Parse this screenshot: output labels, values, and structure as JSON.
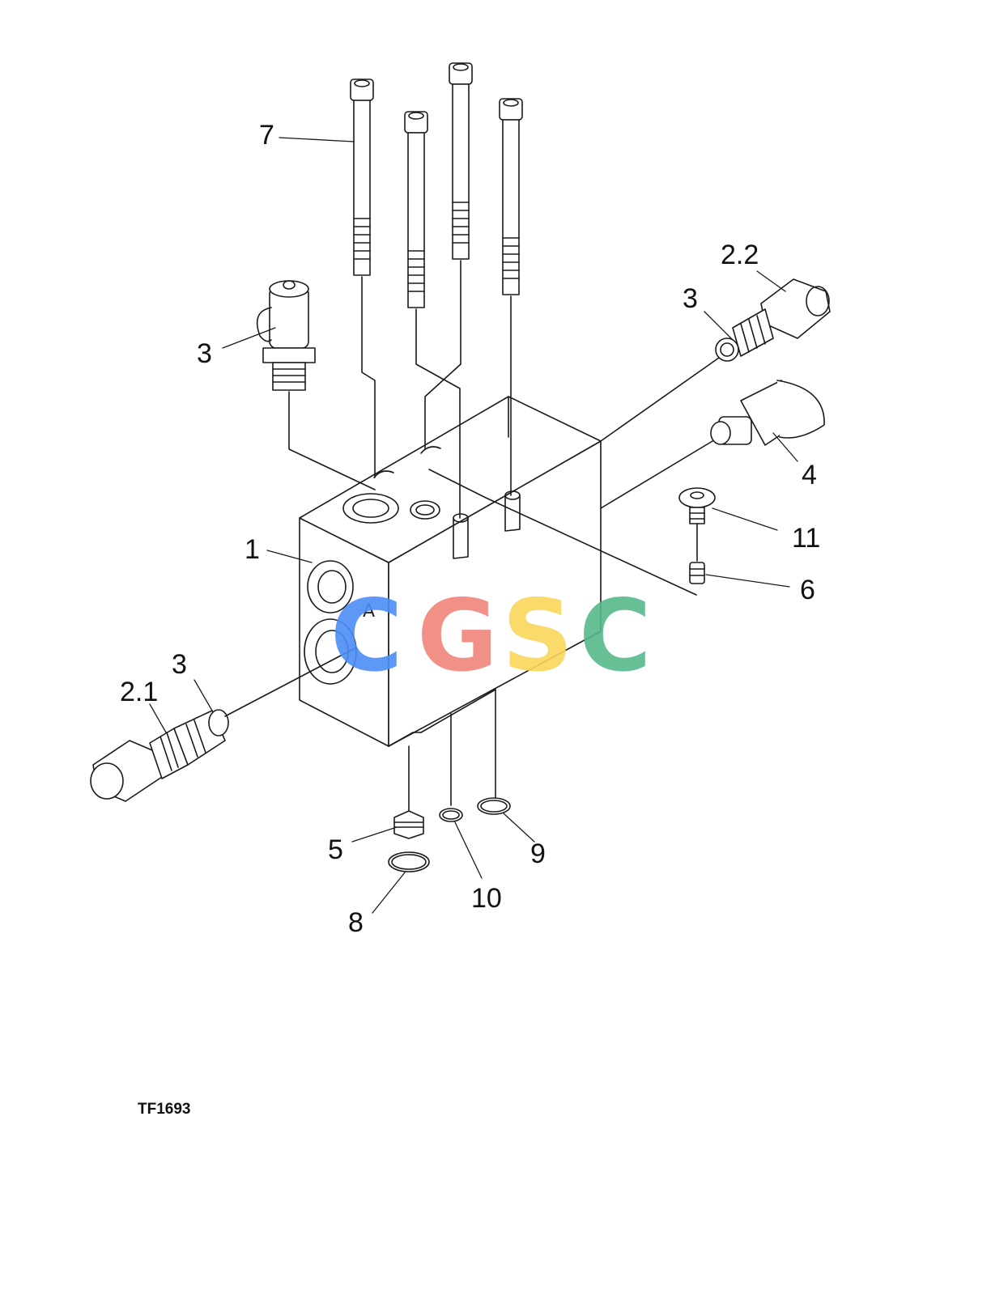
{
  "diagram": {
    "figure_id": "TF1693",
    "callouts": {
      "c7": "7",
      "c2_2": "2.2",
      "c3_right": "3",
      "c3_left": "3",
      "c4": "4",
      "c11": "11",
      "c1": "1",
      "c6": "6",
      "c3_bottom": "3",
      "c2_1": "2.1",
      "c5": "5",
      "c9": "9",
      "c10": "10",
      "c8": "8"
    },
    "watermark": {
      "text": "CGSC",
      "colors": [
        "#4c8df6",
        "#f0857b",
        "#f9d65b",
        "#56b98a"
      ]
    },
    "block_marking": "A"
  }
}
